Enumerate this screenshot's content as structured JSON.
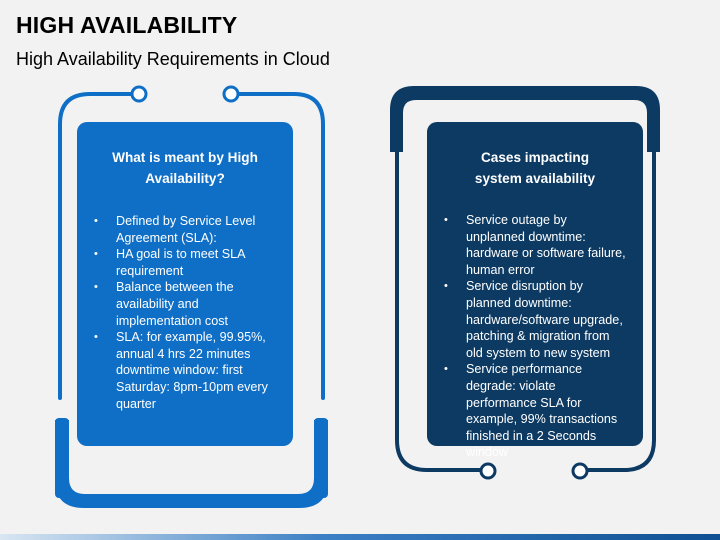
{
  "header": {
    "title": "HIGH AVAILABILITY",
    "subtitle": "High Availability Requirements in Cloud"
  },
  "cards": [
    {
      "heading": "What is meant by High Availability?",
      "points": [
        "Defined by Service Level Agreement (SLA):",
        "HA goal is to meet SLA requirement",
        "Balance between the availability and implementation cost",
        "SLA: for example, 99.95%, annual 4 hrs 22 minutes downtime window: first Saturday: 8pm-10pm every quarter"
      ]
    },
    {
      "heading_line1": "Cases impacting",
      "heading_line2": "system availability",
      "points": [
        "Service outage by unplanned downtime: hardware or software failure, human error",
        "Service disruption by planned downtime: hardware/software upgrade, patching & migration from old system to new system",
        "Service performance degrade: violate performance SLA for example, 99% transactions finished in a 2 Seconds window"
      ]
    }
  ],
  "colors": {
    "left_accent": "#0f6fc6",
    "right_accent": "#0d3a62",
    "background": "#f2f2f2"
  }
}
